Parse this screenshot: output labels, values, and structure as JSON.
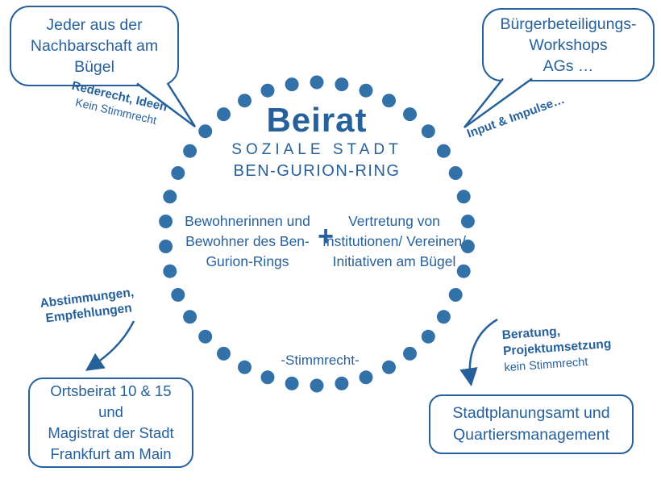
{
  "colors": {
    "accent": "#26619c",
    "dot": "#3372a9"
  },
  "center": {
    "title": "Beirat",
    "subtitle1": "SOZIALE STADT",
    "subtitle2": "BEN-GURION-RING",
    "left_group": [
      "Bewohnerinnen",
      "und Bewohner",
      "des",
      "Ben-Gurion-Rings"
    ],
    "plus": "+",
    "right_group": [
      "Vertretung",
      "von",
      "Institutionen/",
      "Vereinen/",
      "Initiativen",
      "am Bügel"
    ],
    "voting": "-Stimmrecht-"
  },
  "bubbles": {
    "top_left": {
      "lines": [
        "Jeder aus der",
        "Nachbarschaft am",
        "Bügel"
      ]
    },
    "top_right": {
      "lines": [
        "Bürgerbeteiligungs-",
        "Workshops",
        "AGs …"
      ]
    },
    "bottom_left": {
      "lines": [
        "Ortsbeirat 10 & 15",
        "und",
        "Magistrat der Stadt",
        "Frankfurt am Main"
      ]
    },
    "bottom_right": {
      "lines": [
        "Stadtplanungsamt und",
        "Quartiersmanagement"
      ]
    }
  },
  "notes": {
    "top_left": {
      "bold": "Rederecht, Ideen",
      "regular": "Kein Stimmrecht"
    },
    "top_right": {
      "bold": "Input & Impulse…"
    },
    "left": {
      "bold1": "Abstimmungen,",
      "bold2": "Empfehlungen"
    },
    "right": {
      "bold1": "Beratung,",
      "bold2": "Projektumsetzung",
      "regular": "kein Stimmrecht"
    }
  }
}
